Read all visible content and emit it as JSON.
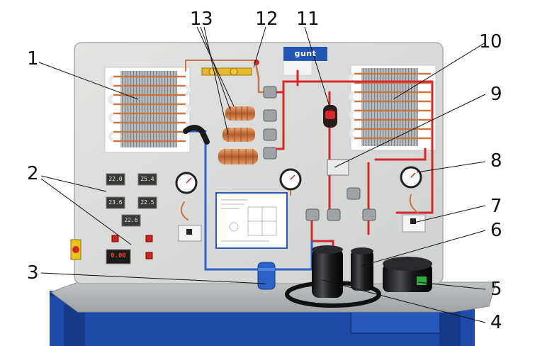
{
  "brand": "gunt",
  "colors": {
    "panel": "#d9dbd8",
    "frame": "#1f4aa8",
    "copper": "#c97845",
    "refrigerant_line": "#d8262b",
    "blue_line": "#2d62c8",
    "compressor": "#1b1b1d",
    "label_text": "#111111"
  },
  "callouts": [
    {
      "number": "1"
    },
    {
      "number": "2"
    },
    {
      "number": "3"
    },
    {
      "number": "4"
    },
    {
      "number": "5"
    },
    {
      "number": "6"
    },
    {
      "number": "7"
    },
    {
      "number": "8"
    },
    {
      "number": "9"
    },
    {
      "number": "10"
    },
    {
      "number": "11"
    },
    {
      "number": "12"
    },
    {
      "number": "13"
    }
  ],
  "displays": [
    "22.0",
    "25.4",
    "23.6",
    "22.5",
    "22.6"
  ],
  "power_display": "0.00"
}
